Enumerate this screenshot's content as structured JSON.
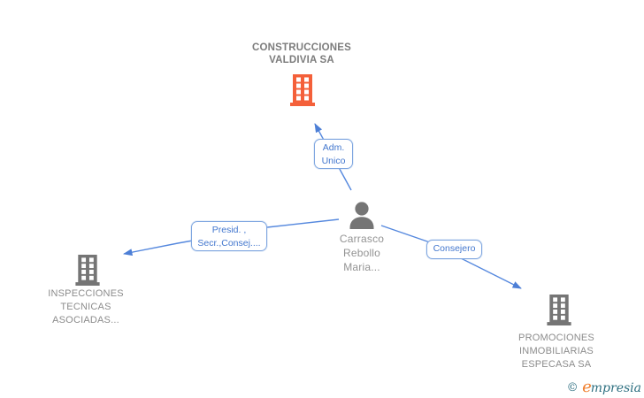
{
  "colors": {
    "accent_orange": "#F4603A",
    "node_gray": "#757575",
    "text_gray": "#8C8C8C",
    "title_gray": "#7C7C7C",
    "edge_blue": "#5588DE",
    "edge_label_text_blue": "#4377CE",
    "edge_label_border_blue": "#7FA6E0",
    "logo_teal": "#2D6F80",
    "logo_orange": "#F08030"
  },
  "nodes": {
    "company_top": {
      "lines": [
        "CONSTRUCCIONES",
        "VALDIVIA SA"
      ]
    },
    "person": {
      "lines": [
        "Carrasco",
        "Rebollo",
        "Maria..."
      ]
    },
    "company_left": {
      "lines": [
        "INSPECCIONES",
        "TECNICAS",
        "ASOCIADAS..."
      ]
    },
    "company_right": {
      "lines": [
        "PROMOCIONES",
        "INMOBILIARIAS",
        "ESPECASA SA"
      ]
    }
  },
  "edges": {
    "adm_unico": {
      "lines": [
        "Adm.",
        "Unico"
      ]
    },
    "presid_secr": {
      "lines": [
        "Presid. ,",
        "Secr.,Consej...."
      ]
    },
    "consejero": {
      "lines": [
        "Consejero"
      ]
    }
  },
  "footer": {
    "copyright_symbol": "©",
    "brand_initial": "e",
    "brand_rest": "mpresia"
  }
}
